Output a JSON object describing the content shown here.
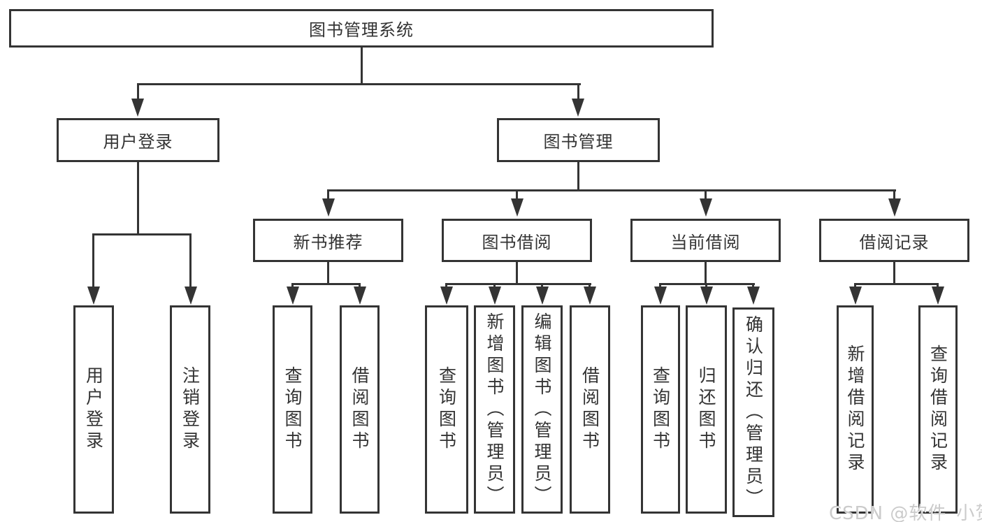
{
  "tree": {
    "root": {
      "label": "图书管理系统"
    },
    "branches": [
      {
        "label": "用户登录",
        "leaves": [
          {
            "label": "用户登录"
          },
          {
            "label": "注销登录"
          }
        ]
      },
      {
        "label": "图书管理",
        "groups": [
          {
            "label": "新书推荐",
            "leaves": [
              {
                "label": "查询图书"
              },
              {
                "label": "借阅图书"
              }
            ]
          },
          {
            "label": "图书借阅",
            "leaves": [
              {
                "label": "查询图书"
              },
              {
                "label": "新增图书（管理员）"
              },
              {
                "label": "编辑图书（管理员）"
              },
              {
                "label": "借阅图书"
              }
            ]
          },
          {
            "label": "当前借阅",
            "leaves": [
              {
                "label": "查询图书"
              },
              {
                "label": "归还图书"
              },
              {
                "label": "确认归还（管理员）"
              }
            ]
          },
          {
            "label": "借阅记录",
            "leaves": [
              {
                "label": "新增借阅记录"
              },
              {
                "label": "查询借阅记录"
              }
            ]
          }
        ]
      }
    ]
  },
  "watermark": {
    "text": "CSDN @软件_小贺同学"
  },
  "colors": {
    "line": "#343434",
    "box_border": "#343434",
    "text": "#333333",
    "background": "#ffffff",
    "watermark": "#cbcbcb"
  }
}
